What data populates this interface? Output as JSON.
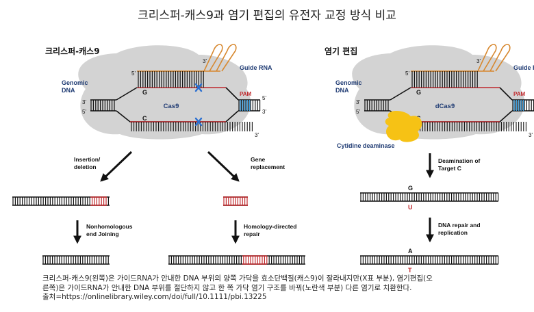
{
  "title": "크리스퍼-캐스9과 염기 편집의 유전자 교정 방식 비교",
  "left": {
    "heading": "크리스퍼-캐스9",
    "labels": {
      "genomic_dna": "Genomic\nDNA",
      "guide_rna": "Guide RNA",
      "pam": "PAM",
      "enzyme": "Cas9",
      "base_top": "G",
      "base_bottom": "C",
      "five_prime": "5'",
      "three_prime": "3'"
    },
    "pathway_a": {
      "label": "Insertion/\ndeletion",
      "repair": "Nonhomologous\nend Joining"
    },
    "pathway_b": {
      "label": "Gene\nreplacement",
      "repair": "Homology-directed\nrepair"
    }
  },
  "right": {
    "heading": "염기 편집",
    "labels": {
      "genomic_dna": "Genomic\nDNA",
      "guide_rna": "Guide RNA",
      "pam": "PAM",
      "enzyme": "dCas9",
      "base_top": "G",
      "base_bottom": "C",
      "deaminase": "Cytidine deaminase",
      "five_prime": "5'",
      "three_prime": "3'"
    },
    "step1": {
      "label": "Deamination of\nTarget C",
      "base_top": "G",
      "base_bottom": "U"
    },
    "step2": {
      "label": "DNA repair and\nreplication",
      "base_top": "A",
      "base_bottom": "T"
    }
  },
  "caption": [
    "크리스퍼-캐스9(왼쪽)은 가이드RNA가 안내한 DNA 부위의 양쪽 가닥을 효소단백질(캐스9)이 잘라내지만(X표 부분), 염기편집(오",
    "른쪽)은 가이드RNA가 안내한 DNA 부위를 절단하지 않고 한 쪽 가닥 염기 구조를 바꿔(노란색 부분) 다른 염기로 치환한다.",
    "출처=https://onlinelibrary.wiley.com/doi/full/10.1111/pbi.13225"
  ],
  "colors": {
    "strand": "#111111",
    "edited": "#c0282c",
    "guide_rna": "#d7882f",
    "pam": "#3a9ad9",
    "protein": "#d3d3d3",
    "cut_mark": "#2a6fd1",
    "deaminase": "#f6c215",
    "label_blue": "#1f3b73"
  }
}
